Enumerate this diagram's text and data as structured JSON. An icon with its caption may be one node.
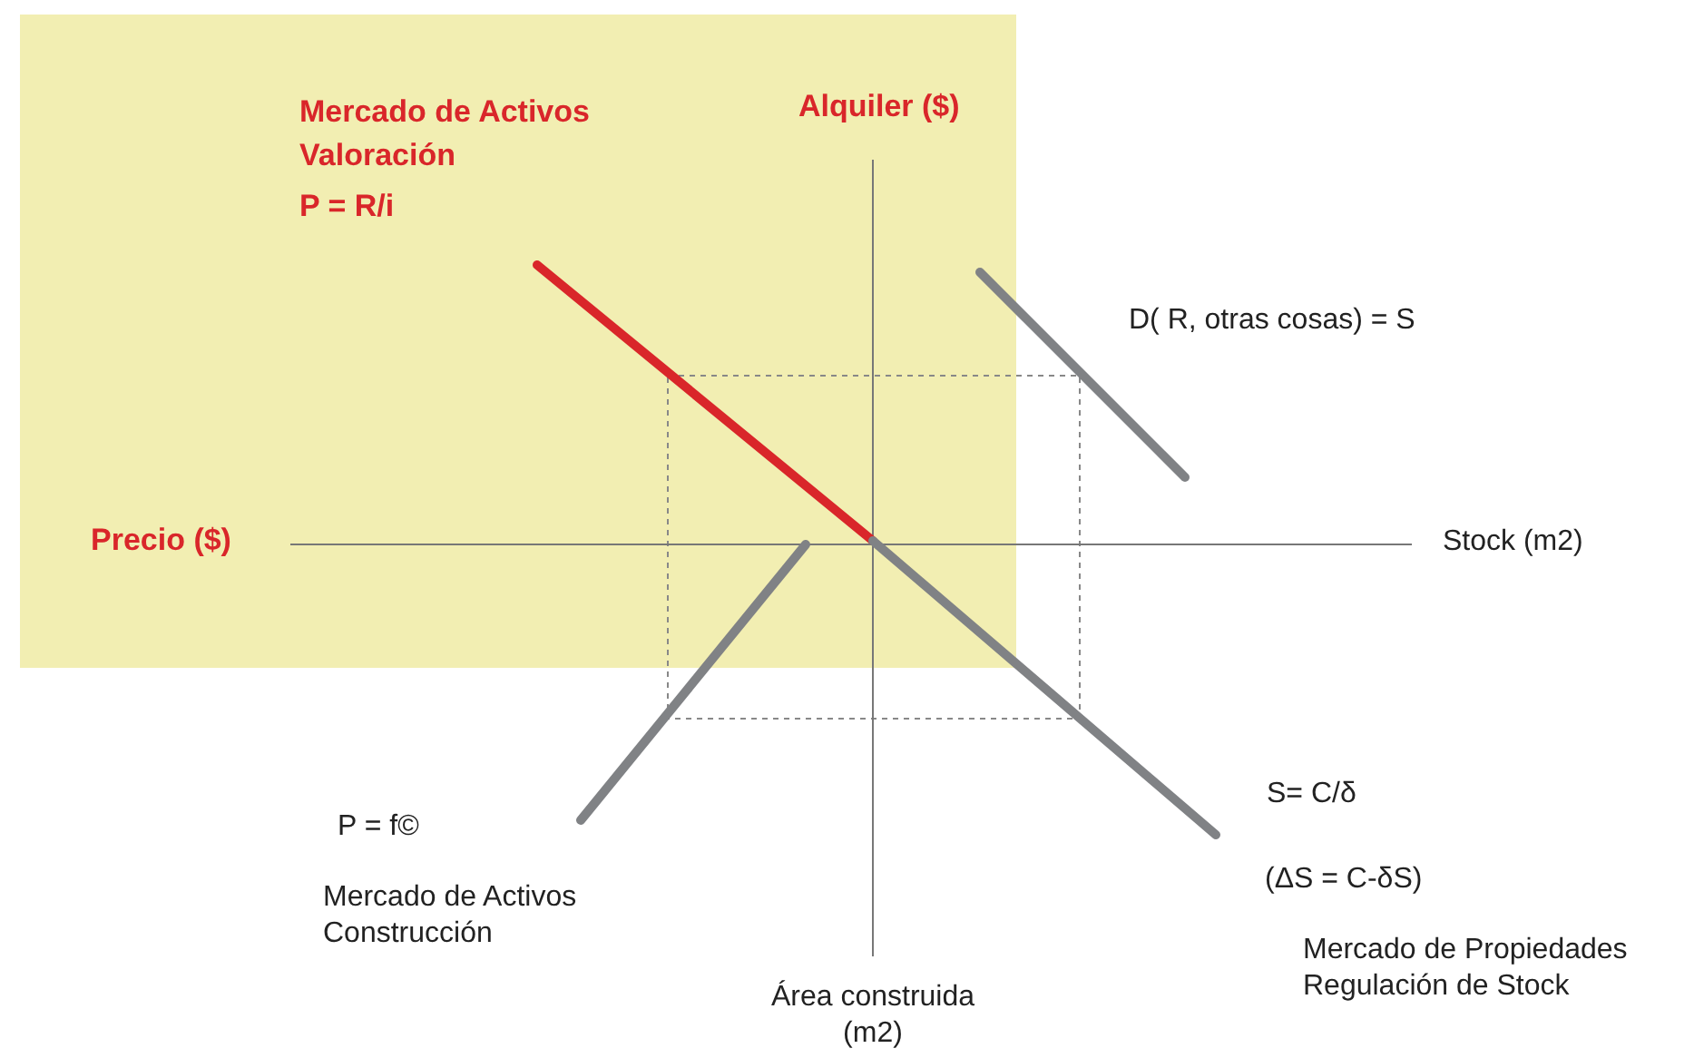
{
  "diagram": {
    "labels": [
      "Mercado de Activos Valoración",
      "P = R/i",
      "Alquiler ($)",
      "D( R, otras cosas) = S",
      "Precio ($)",
      "Stock (m2)",
      "S= C/δ",
      "P = f©",
      "(ΔS = C-δS)",
      "Mercado de Activos Construcción",
      "Mercado de Propiedades Regulación de Stock",
      "Área construida (m2)"
    ]
  }
}
